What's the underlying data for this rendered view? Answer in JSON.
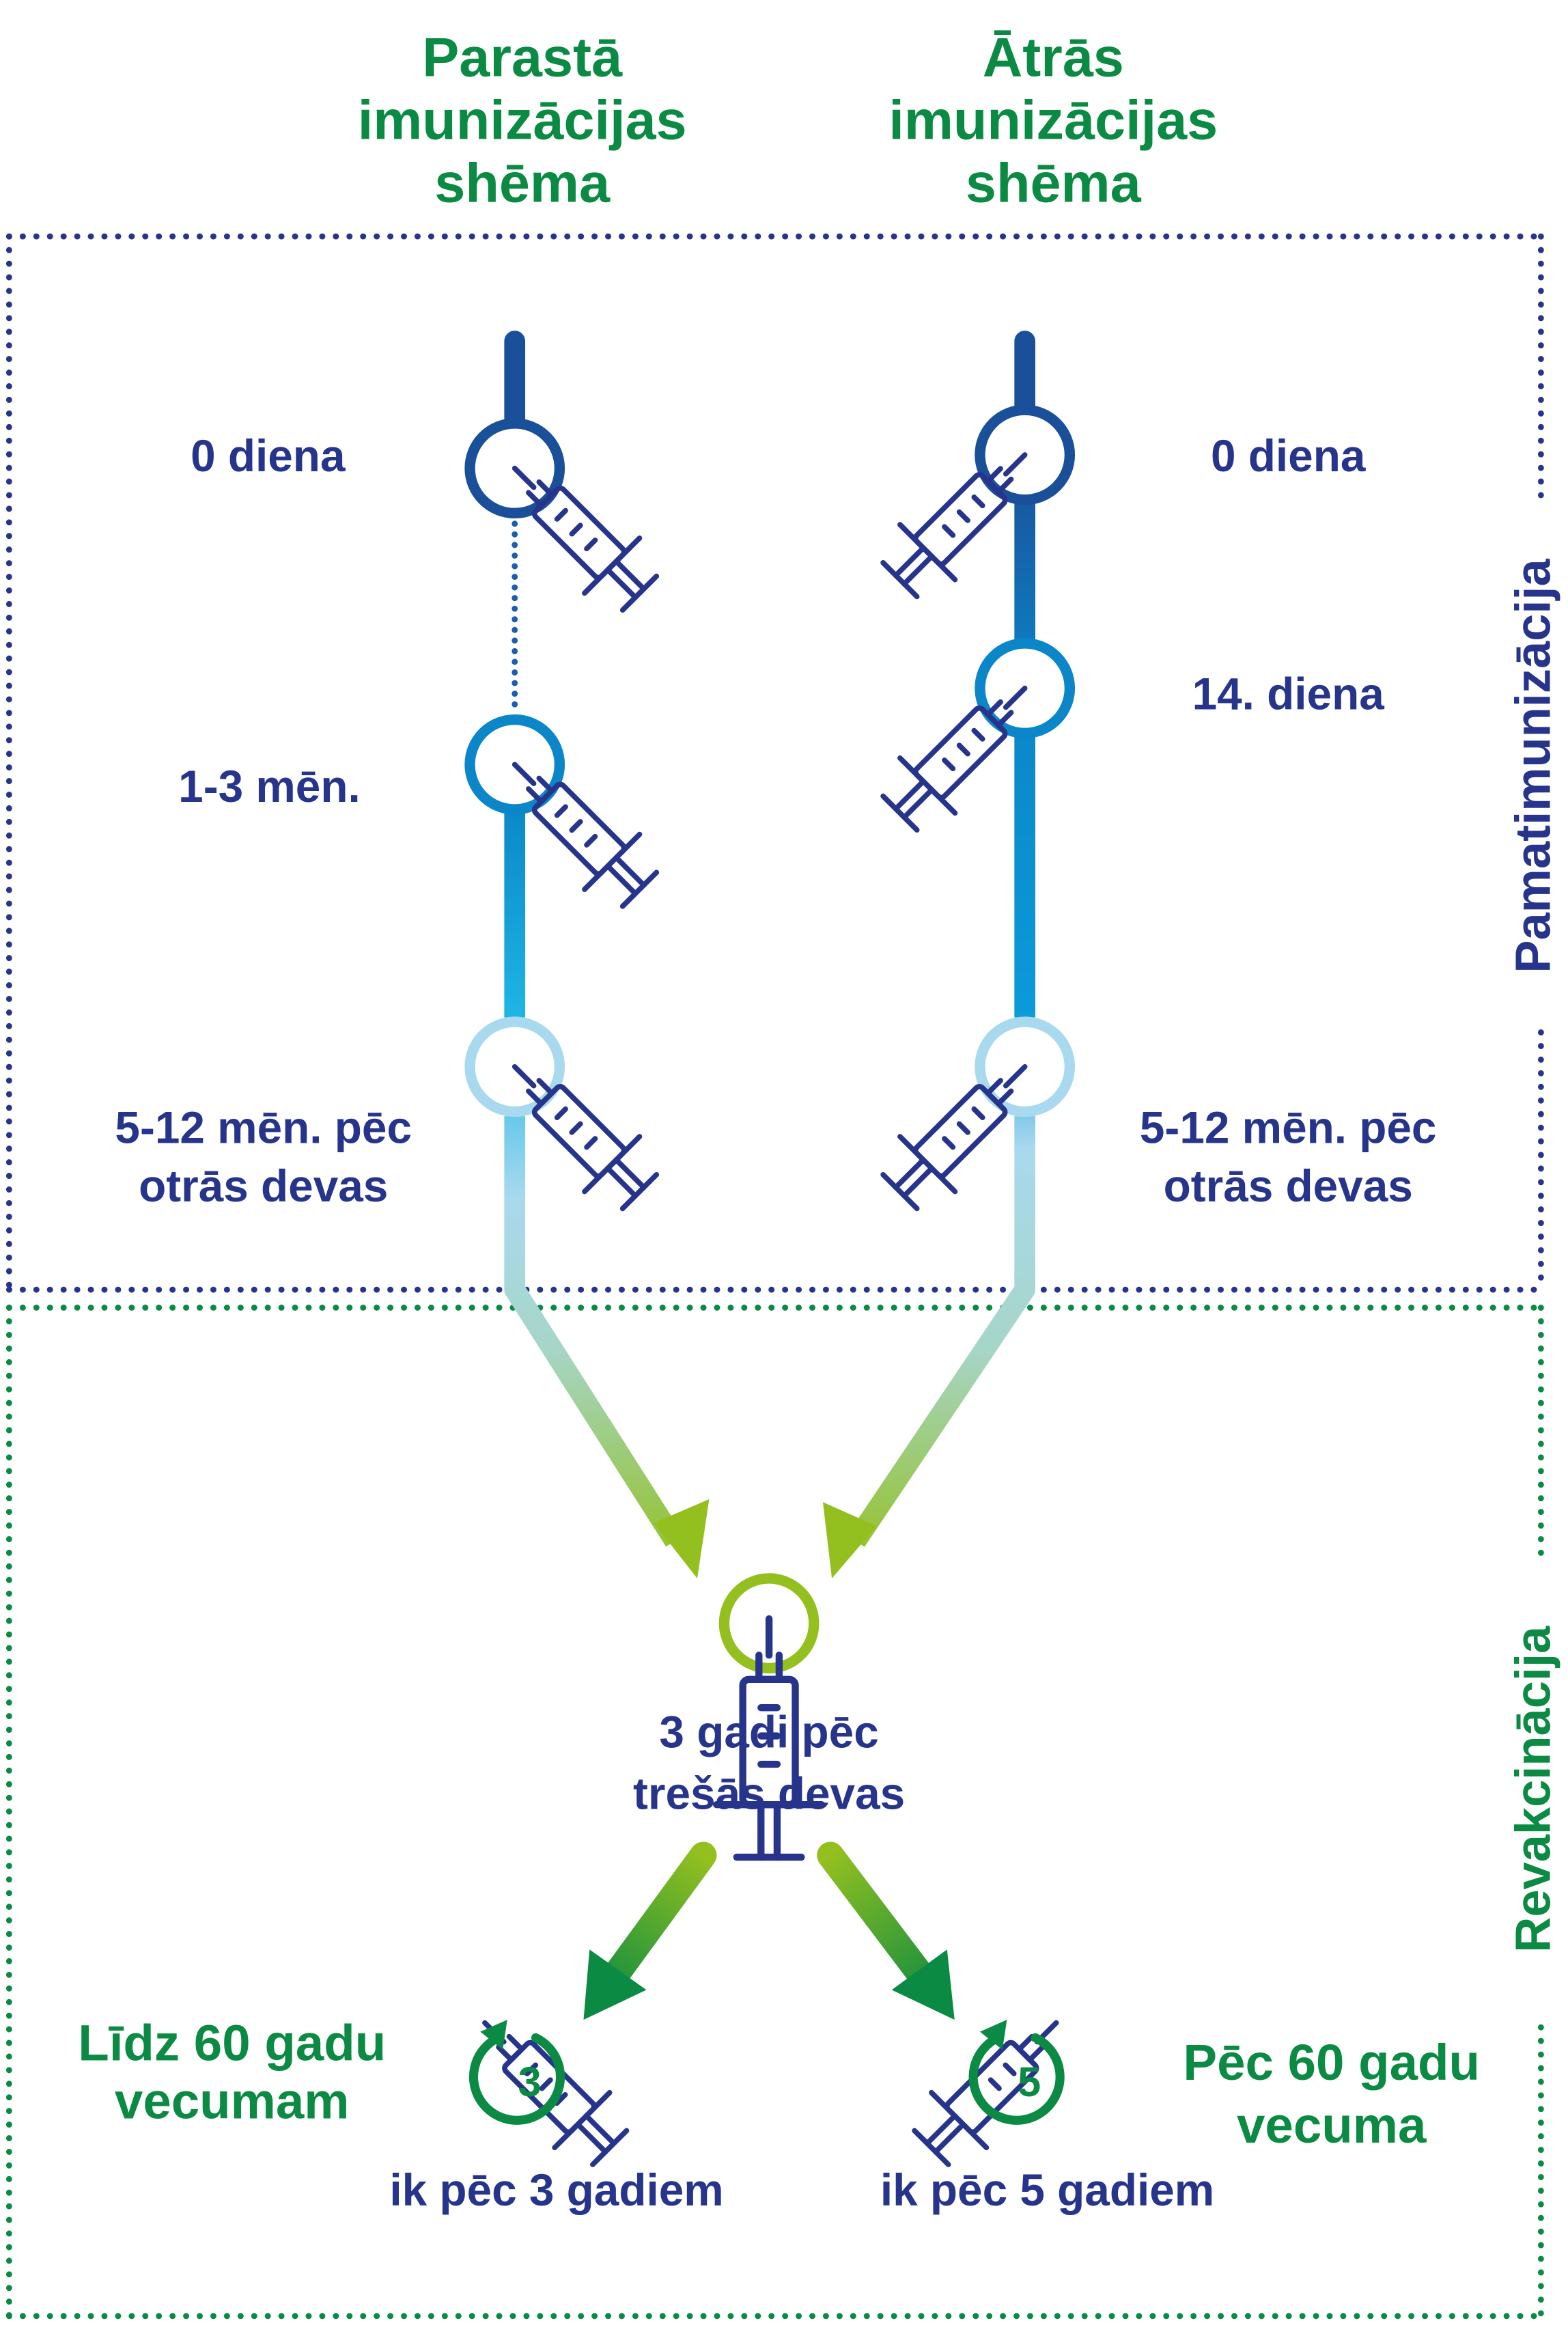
{
  "colors": {
    "navy": "#26348b",
    "dark_blue": "#1a4f9a",
    "mid_blue": "#0b86c8",
    "light_blue": "#7fcce9",
    "pale_blue": "#a9d9ee",
    "green": "#0a8a42",
    "lime": "#93c01f"
  },
  "headers": {
    "standard": [
      "Parastā",
      "imunizācijas",
      "shēma"
    ],
    "rapid": [
      "Ātrās",
      "imunizācijas",
      "shēma"
    ]
  },
  "sections": {
    "primary": "Pamatimunizācija",
    "booster": "Revakcinācija"
  },
  "standard_schedule": {
    "dose1": "0 diena",
    "dose2": "1-3 mēn.",
    "dose3": [
      "5-12 mēn. pēc",
      "otrās devas"
    ]
  },
  "rapid_schedule": {
    "dose1": "0 diena",
    "dose2": "14. diena",
    "dose3": [
      "5-12 mēn. pēc",
      "otrās devas"
    ]
  },
  "first_booster": [
    "3 gadi pēc",
    "trešās devas"
  ],
  "booster_under_60": {
    "label": [
      "Līdz 60 gadu",
      "vecumam"
    ],
    "interval_number": "3",
    "interval_text": "ik pēc 3 gadiem"
  },
  "booster_over_60": {
    "label": [
      "Pēc 60 gadu",
      "vecuma"
    ],
    "interval_number": "5",
    "interval_text": "ik pēc 5 gadiem"
  },
  "icons": [
    "syringe-icon",
    "cycle-arrow-icon"
  ]
}
